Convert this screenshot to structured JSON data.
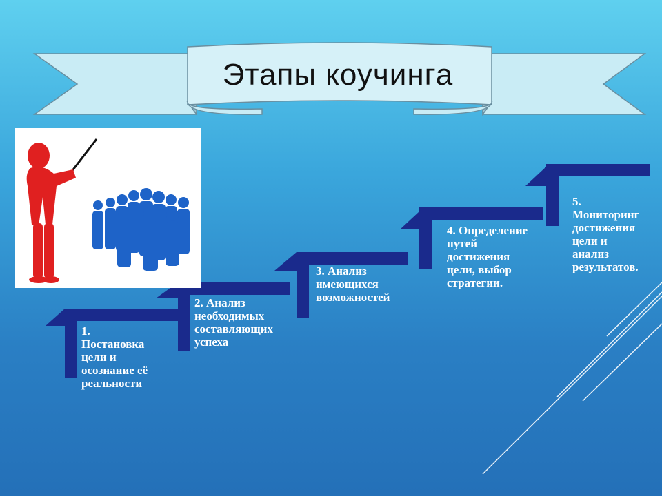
{
  "title": "Этапы коучинга",
  "steps": [
    {
      "label": "1.\nПостановка\nцели и\nосознание её\nреальности"
    },
    {
      "label": "2. Анализ\nнеобходимых\nсоставляющих\nуспеха"
    },
    {
      "label": "3. Анализ\nимеющихся\nвозможностей"
    },
    {
      "label": "4. Определение\nпутей\nдостижения\nцели, выбор\nстратегии."
    },
    {
      "label": "5.\nМониторинг\nдостижения\nцели и\nанализ\nрезультатов."
    }
  ],
  "colors": {
    "stair": "#1a2a8c",
    "ribbon": "#c9ecf5",
    "figure_red": "#e02020",
    "figure_blue": "#1e63c8"
  },
  "picture": {
    "icon": "teacher-with-group-icon"
  }
}
